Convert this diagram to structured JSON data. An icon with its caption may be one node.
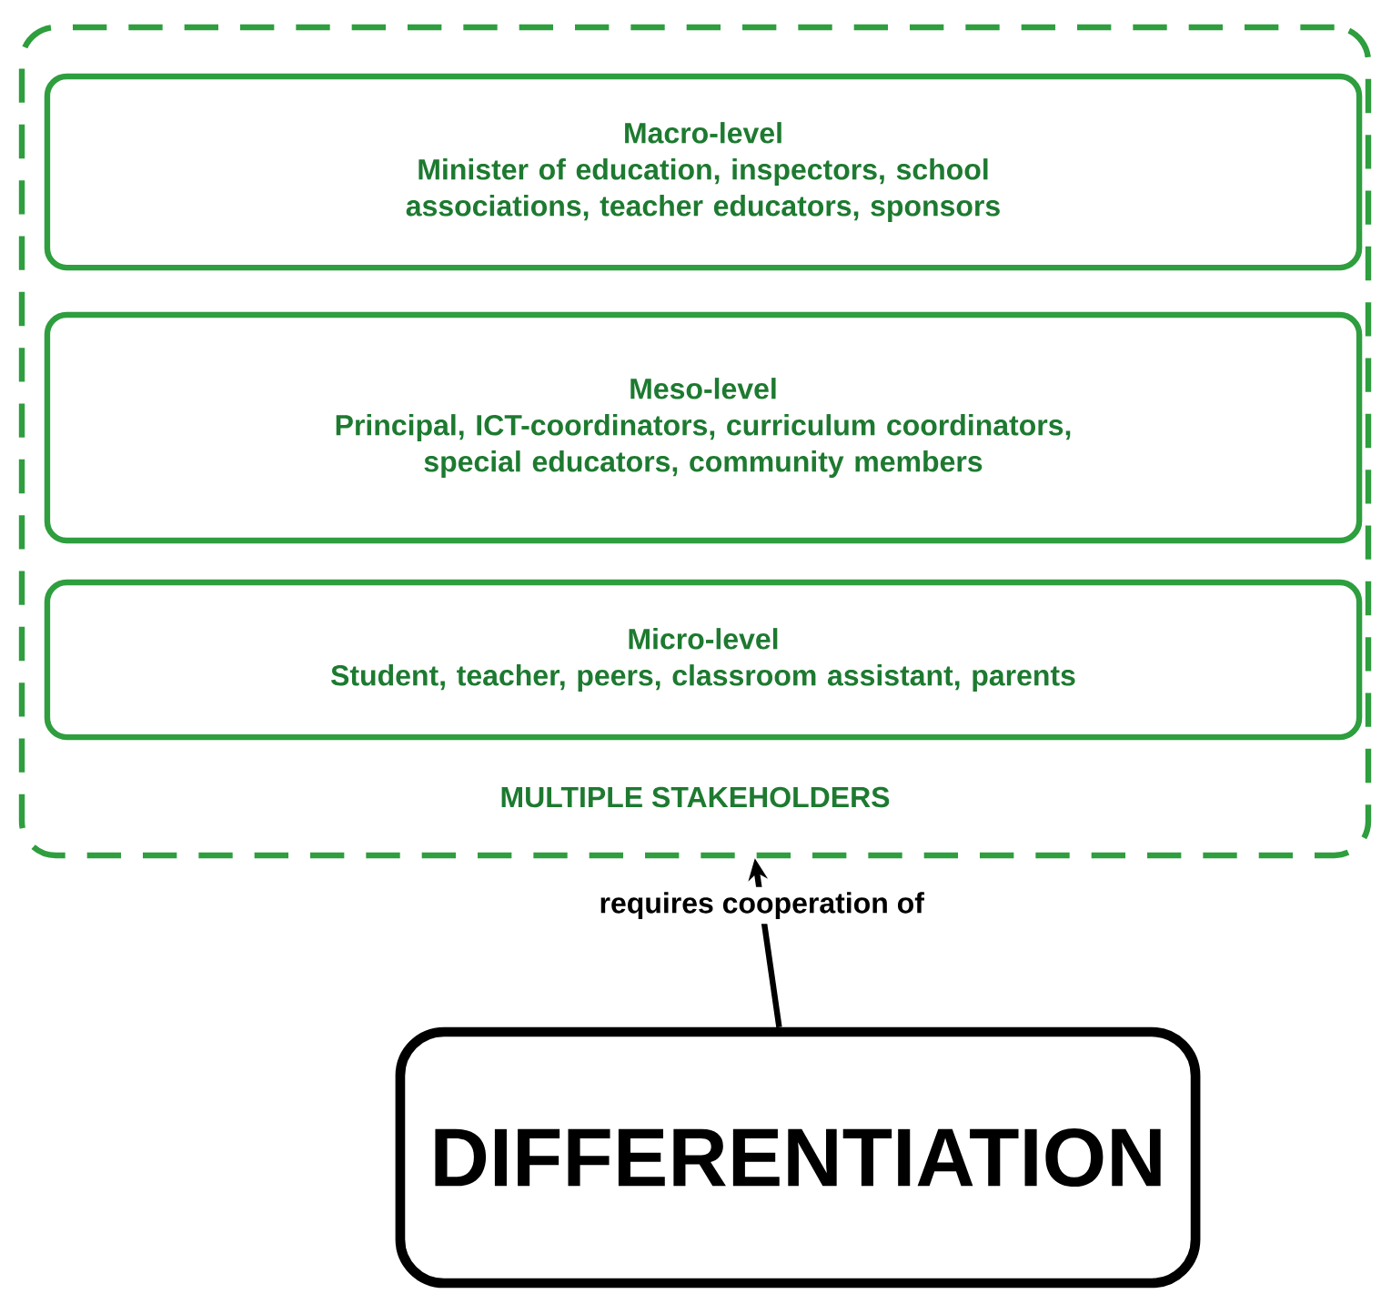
{
  "diagram": {
    "nodes": [
      {
        "text": [
          "MULTIPLE STAKEHOLDERS"
        ]
      },
      {
        "text": [
          "Macro-level",
          "Minister of education, inspectors, school associations, teacher educators, sponsors"
        ],
        "in": 0
      },
      {
        "text": [
          "Meso-level",
          "Principal, ICT-coordinators, curriculum coordinators, special educators, community members"
        ],
        "in": 0
      },
      {
        "text": [
          "Micro-level",
          "Student, teacher, peers, classroom assistant, parents"
        ],
        "in": 0
      },
      {
        "text": [
          "DIFFERENTIATION"
        ]
      }
    ],
    "edges": [
      {
        "from": 4,
        "to": 0,
        "arrow": "to",
        "label": "requires cooperation of"
      }
    ]
  }
}
